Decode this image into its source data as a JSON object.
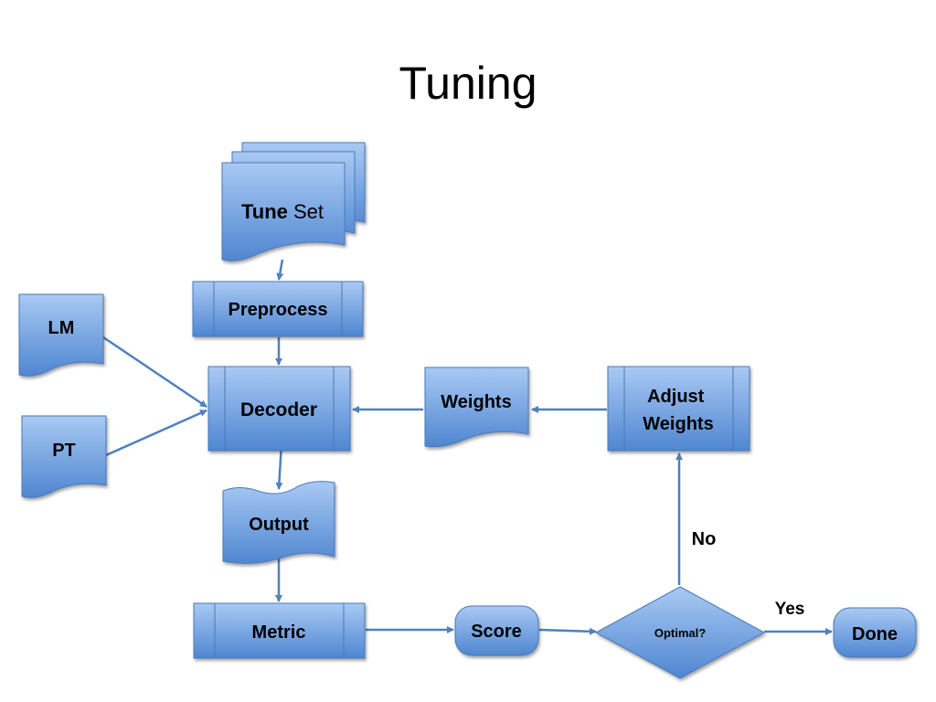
{
  "title": "Tuning",
  "nodes": {
    "tune_set": {
      "bold": "Tune",
      "rest": " Set"
    },
    "preprocess": "Preprocess",
    "lm": "LM",
    "pt": "PT",
    "decoder": "Decoder",
    "weights": "Weights",
    "adjust_weights": [
      "Adjust",
      "Weights"
    ],
    "output": "Output",
    "metric": "Metric",
    "score": "Score",
    "optimal": "Optimal?",
    "done": "Done"
  },
  "edges": {
    "no": "No",
    "yes": "Yes"
  },
  "colors": {
    "fill_top": "#a9c9f3",
    "fill_bottom": "#4f86d1",
    "stroke": "#4a7ab8",
    "arrow": "#4f81bd"
  }
}
